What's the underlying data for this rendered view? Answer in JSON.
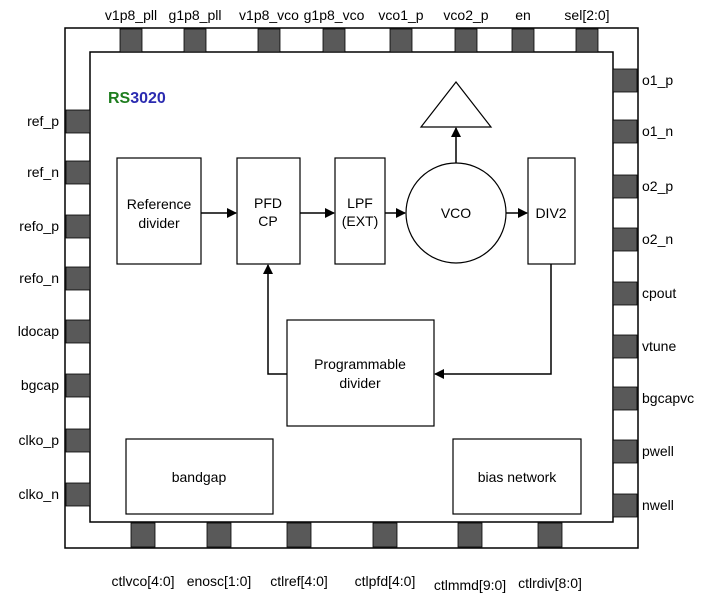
{
  "chip": {
    "logo_prefix": "RS",
    "logo_number": "3020",
    "logo_prefix_color": "#1e7d1e",
    "logo_number_color": "#2b2bb0"
  },
  "colors": {
    "pad_fill": "#595959",
    "line": "#000000",
    "background": "#ffffff"
  },
  "pins": {
    "top": [
      "v1p8_pll",
      "g1p8_pll",
      "v1p8_vco",
      "g1p8_vco",
      "vco1_p",
      "vco2_p",
      "en",
      "sel[2:0]"
    ],
    "left": [
      "ref_p",
      "ref_n",
      "refo_p",
      "refo_n",
      "ldocap",
      "bgcap",
      "clko_p",
      "clko_n"
    ],
    "right": [
      "o1_p",
      "o1_n",
      "o2_p",
      "o2_n",
      "cpout",
      "vtune",
      "bgcapvc",
      "pwell",
      "nwell"
    ],
    "bottom": [
      "ctlvco[4:0]",
      "enosc[1:0]",
      "ctlref[4:0]",
      "ctlpfd[4:0]",
      "ctlmmd[9:0]",
      "ctlrdiv[8:0]"
    ]
  },
  "blocks": {
    "ref_divider": [
      "Reference",
      "divider"
    ],
    "pfd_cp": [
      "PFD",
      "CP"
    ],
    "lpf": [
      "LPF",
      "(EXT)"
    ],
    "vco": "VCO",
    "div2": "DIV2",
    "prog_divider": [
      "Programmable",
      "divider"
    ],
    "bandgap": "bandgap",
    "bias_network": "bias network"
  }
}
